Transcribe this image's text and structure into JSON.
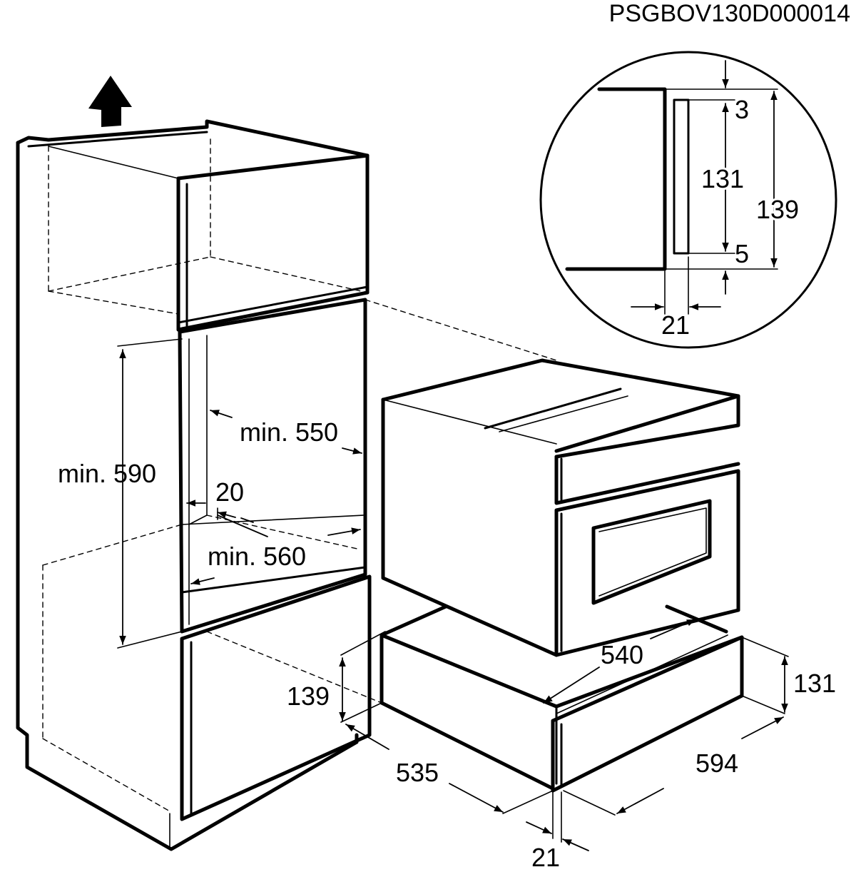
{
  "diagram": {
    "reference_code": "PSGBOV130D000014",
    "labels": {
      "niche_height": "min. 590",
      "niche_width": "min. 550",
      "niche_depth": "min. 560",
      "rear_gap": "20",
      "drawer_niche_height": "139",
      "cabinet_depth": "535",
      "drawer_depth": "540",
      "drawer_width": "594",
      "drawer_height": "131",
      "front_offset": "21"
    },
    "detail": {
      "top_gap": "3",
      "front_height": "131",
      "total_height": "139",
      "bottom_gap": "5",
      "offset": "21"
    }
  }
}
